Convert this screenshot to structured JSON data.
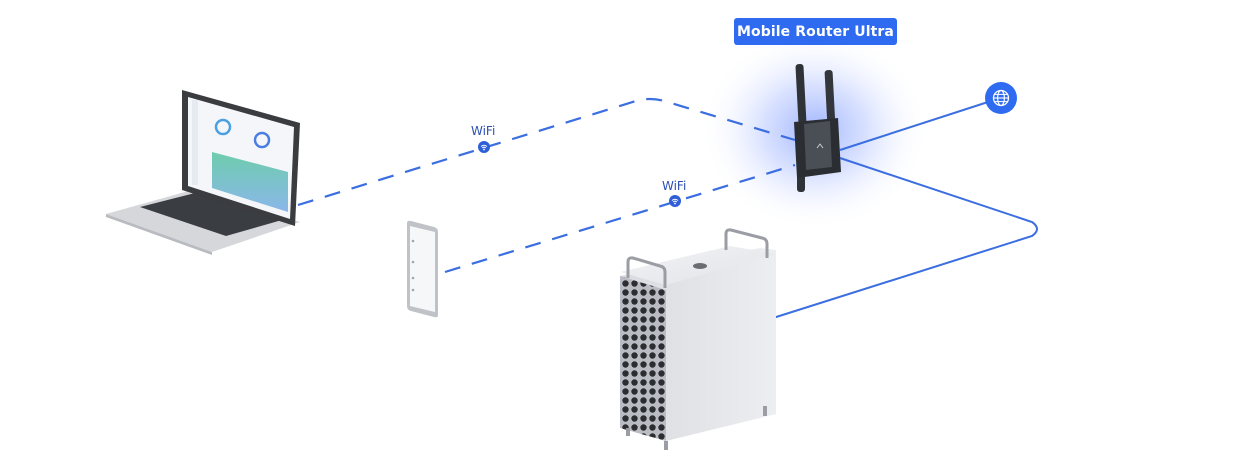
{
  "diagram": {
    "router": {
      "label": "Mobile Router Ultra"
    },
    "links": [
      {
        "from": "laptop",
        "to": "router",
        "type": "wireless",
        "label": "WiFi"
      },
      {
        "from": "phone",
        "to": "router",
        "type": "wireless",
        "label": "WiFi"
      },
      {
        "from": "router",
        "to": "internet",
        "type": "wired",
        "label": ""
      },
      {
        "from": "router",
        "to": "server",
        "type": "wired",
        "label": ""
      }
    ],
    "devices": [
      "laptop",
      "phone",
      "server",
      "router",
      "internet"
    ],
    "colors": {
      "accent": "#2f6bf0",
      "link": "#3b6ee0",
      "router_glow": "#8fa9ff"
    }
  }
}
